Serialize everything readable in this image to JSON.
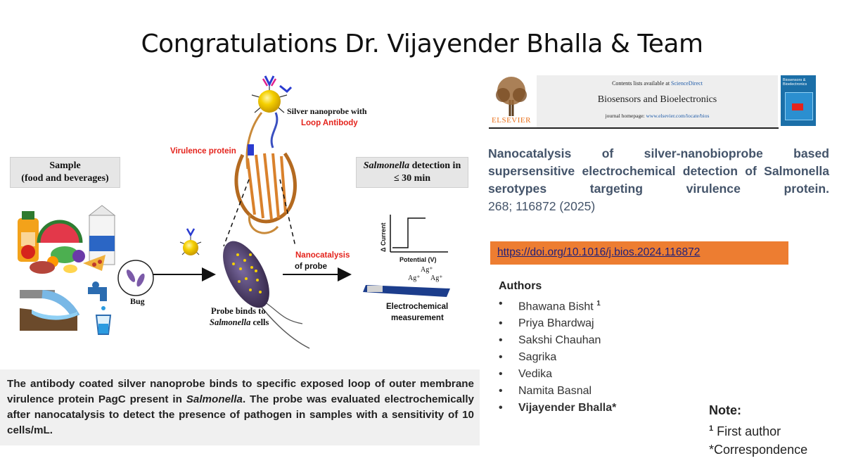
{
  "title": "Congratulations Dr. Vijayender Bhalla & Team",
  "figure": {
    "sample_label_line1": "Sample",
    "sample_label_line2": "(food and beverages)",
    "detection_label_italic": "Salmonella",
    "detection_label_rest": " detection in",
    "detection_label_line2": "≤ 30 min",
    "nanoprobe_label_line1": "Silver nanoprobe with",
    "nanoprobe_label_line2": "Loop Antibody",
    "virulence_label": "Virulence protein",
    "bug_label": "Bug",
    "probe_binds_line1": "Probe binds to",
    "probe_binds_line2": "Salmonella",
    "probe_binds_line2_rest": " cells",
    "nanocatalysis_line1": "Nanocatalysis",
    "nanocatalysis_line2": "of probe",
    "graph_ylabel": "Δ Current",
    "graph_xlabel": "Potential (V)",
    "ag_label": "Ag⁺",
    "electrochem_line1": "Electrochemical",
    "electrochem_line2": "measurement"
  },
  "summary": {
    "part1": "The antibody coated silver nanoprobe binds to specific exposed loop of outer membrane virulence protein PagC present in ",
    "italic": "Salmonella",
    "part2": ". The probe was evaluated electrochemically after nanocatalysis to detect the  presence of pathogen in samples with a sensitivity of 10 cells/mL."
  },
  "journal": {
    "contents_prefix": "Contents lists available at ",
    "contents_link": "ScienceDirect",
    "name": "Biosensors and Bioelectronics",
    "homepage_prefix": "journal homepage: ",
    "homepage_link": "www.elsevier.com/locate/bios",
    "publisher": "ELSEVIER",
    "cover_title": "Biosensors & Bioelectronics"
  },
  "paper": {
    "title": "Nanocatalysis of silver-nanobioprobe based supersensitive electrochemical detection of Salmonella serotypes targeting virulence protein.",
    "citation": "268; 116872 (2025)",
    "doi": "https://doi.org/10.1016/j.bios.2024.116872"
  },
  "authors": {
    "heading": "Authors",
    "list": [
      "Bhawana Bisht",
      "Priya Bhardwaj",
      "Sakshi Chauhan",
      "Sagrika",
      "Vedika",
      "Namita Basnal",
      "Vijayender Bhalla*"
    ],
    "first_author_mark": "1"
  },
  "note": {
    "heading": "Note:",
    "mark": "1",
    "line1": " First author",
    "line2": "*Correspondence"
  },
  "colors": {
    "title_blue": "#44546a",
    "doi_orange": "#ed7d31",
    "label_red": "#e4231c",
    "nanoparticle_gold": "#f5c400"
  }
}
